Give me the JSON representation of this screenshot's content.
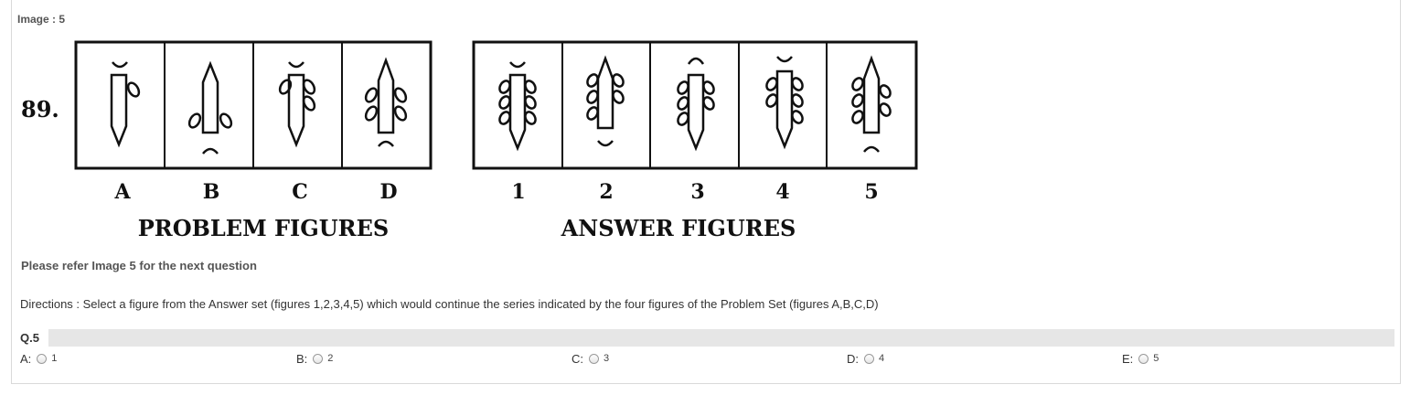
{
  "image_label": "Image : 5",
  "figure": {
    "question_number": "89.",
    "problem_labels": [
      "A",
      "B",
      "C",
      "D"
    ],
    "answer_labels": [
      "1",
      "2",
      "3",
      "4",
      "5"
    ],
    "problem_caption": "PROBLEM FIGURES",
    "answer_caption": "ANSWER FIGURES"
  },
  "refer_text": "Please refer Image 5 for the next question",
  "directions": "Directions : Select a figure from the Answer set (figures 1,2,3,4,5) which would continue the series indicated by the four figures of the Problem Set (figures A,B,C,D)",
  "question": {
    "number": "Q.5",
    "options": [
      {
        "letter": "A:",
        "value": "1"
      },
      {
        "letter": "B:",
        "value": "2"
      },
      {
        "letter": "C:",
        "value": "3"
      },
      {
        "letter": "D:",
        "value": "4"
      },
      {
        "letter": "E:",
        "value": "5"
      }
    ]
  }
}
